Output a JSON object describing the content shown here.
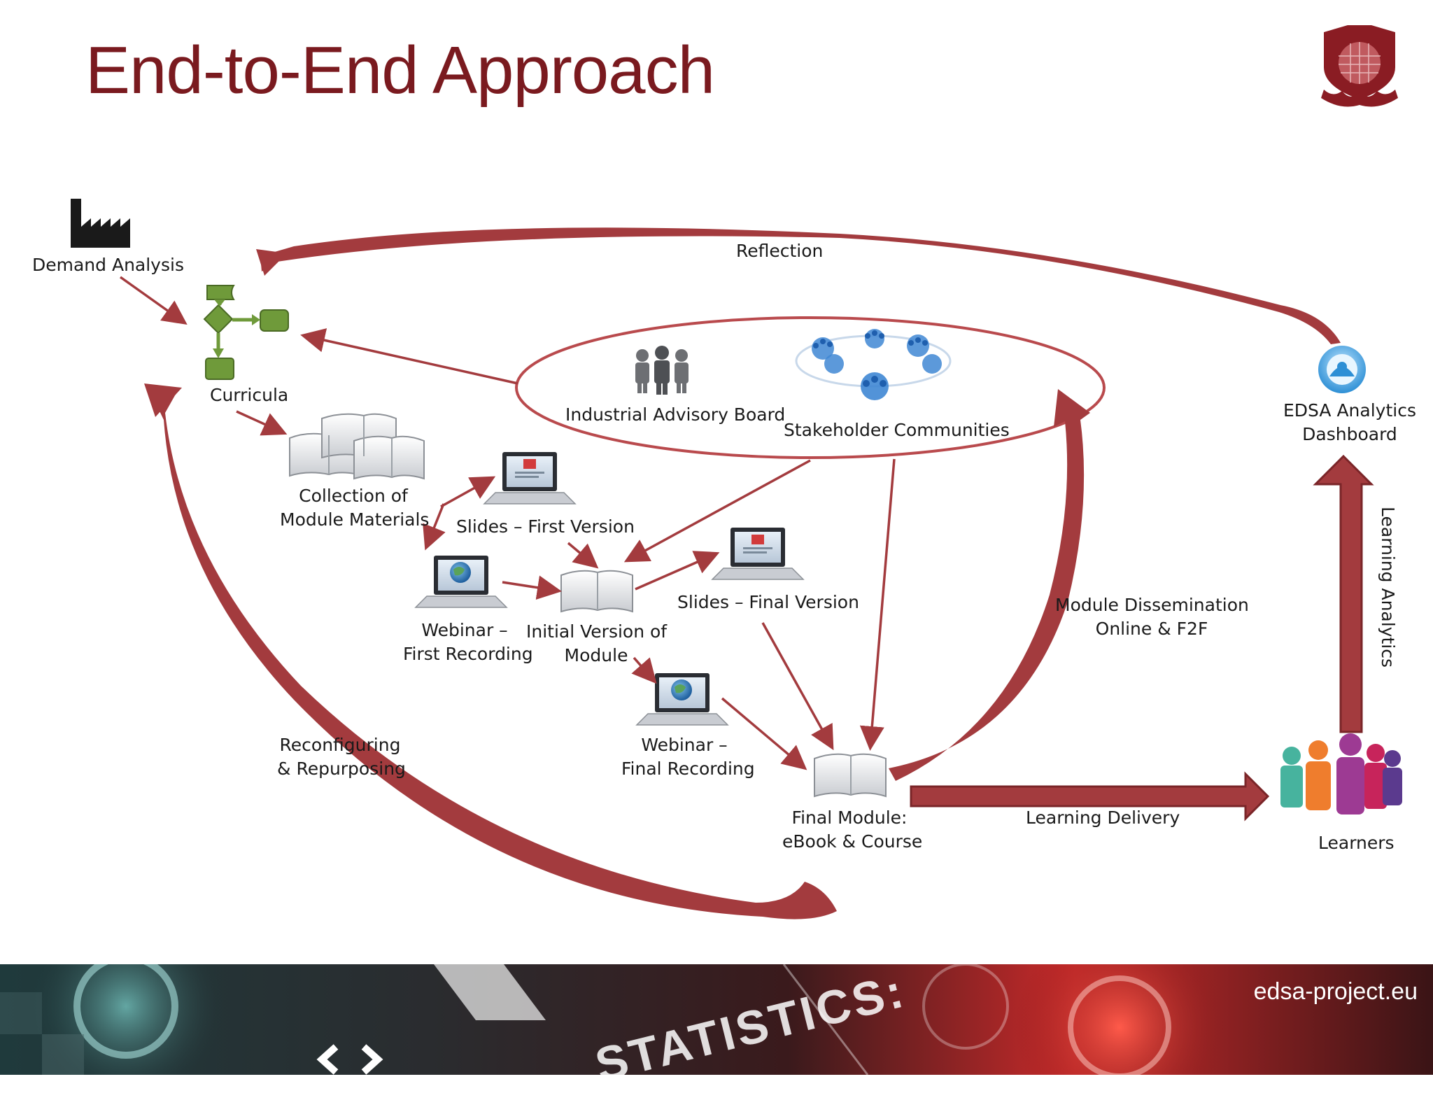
{
  "slide": {
    "title": "End-to-End Approach",
    "logo_icon": "university-crest-icon",
    "accent_color": "#a33b3e",
    "title_color": "#7a1a1f"
  },
  "nodes": {
    "demand_analysis": {
      "label": "Demand Analysis",
      "icon": "factory-icon"
    },
    "curricula": {
      "label": "Curricula",
      "icon": "flowchart-icon"
    },
    "collection": {
      "line1": "Collection of",
      "line2": "Module Materials",
      "icon": "open-books-icon"
    },
    "slides_first": {
      "label": "Slides – First Version",
      "icon": "laptop-slides-icon"
    },
    "webinar_first": {
      "line1": "Webinar –",
      "line2": "First Recording",
      "icon": "laptop-globe-icon"
    },
    "initial_module": {
      "line1": "Initial Version of",
      "line2": "Module",
      "icon": "open-book-icon"
    },
    "slides_final": {
      "label": "Slides – Final Version",
      "icon": "laptop-slides-icon"
    },
    "webinar_final": {
      "line1": "Webinar –",
      "line2": "Final Recording",
      "icon": "laptop-globe-icon"
    },
    "final_module": {
      "line1": "Final Module:",
      "line2": "eBook & Course",
      "icon": "open-book-icon"
    },
    "advisory_board": {
      "label": "Industrial Advisory Board",
      "icon": "people-group-icon"
    },
    "stakeholders": {
      "label": "Stakeholder Communities",
      "icon": "community-network-icon"
    },
    "dashboard": {
      "line1": "EDSA Analytics",
      "line2": "Dashboard",
      "icon": "analytics-dashboard-icon"
    },
    "learners": {
      "label": "Learners",
      "icon": "learners-icon"
    }
  },
  "edges": {
    "reflection": "Reflection",
    "reconfiguring_1": "Reconfiguring",
    "reconfiguring_2": "& Repurposing",
    "dissemination_1": "Module Dissemination",
    "dissemination_2": "Online & F2F",
    "learning_delivery": "Learning Delivery",
    "learning_analytics": "Learning Analytics"
  },
  "footer": {
    "url": "edsa-project.eu",
    "background_word": "STATISTICS:"
  }
}
